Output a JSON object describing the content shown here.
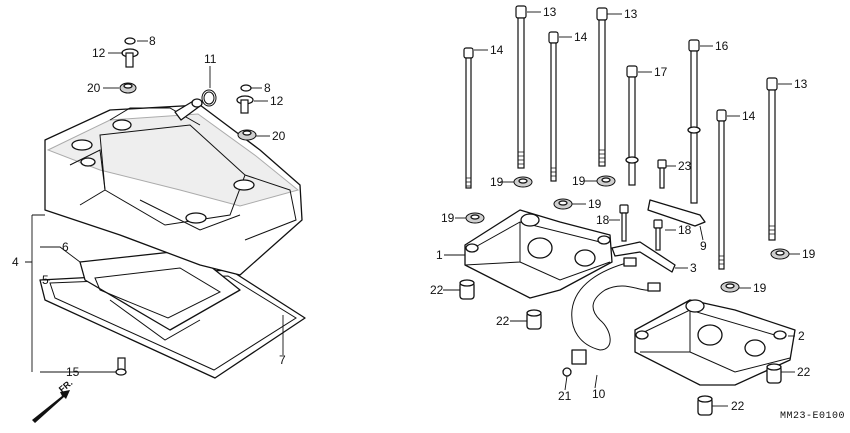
{
  "diagram": {
    "code": "MM23-E0100",
    "direction_label": "FR.",
    "callouts": {
      "c1": "1",
      "c2": "2",
      "c3": "3",
      "c4": "4",
      "c5": "5",
      "c6": "6",
      "c7": "7",
      "c8a": "8",
      "c8b": "8",
      "c9": "9",
      "c10": "10",
      "c11": "11",
      "c12a": "12",
      "c12b": "12",
      "c13a": "13",
      "c13b": "13",
      "c13c": "13",
      "c14a": "14",
      "c14b": "14",
      "c14c": "14",
      "c15": "15",
      "c16": "16",
      "c17": "17",
      "c18a": "18",
      "c18b": "18",
      "c19a": "19",
      "c19b": "19",
      "c19c": "19",
      "c19d": "19",
      "c19e": "19",
      "c19f": "19",
      "c20a": "20",
      "c20b": "20",
      "c21": "21",
      "c22a": "22",
      "c22b": "22",
      "c22c": "22",
      "c22d": "22",
      "c23": "23"
    }
  }
}
